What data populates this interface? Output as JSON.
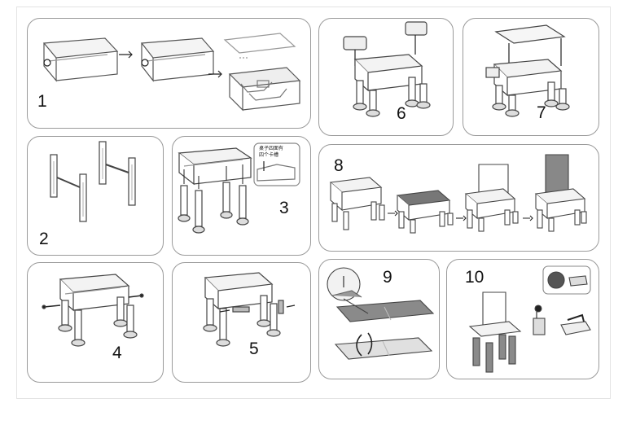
{
  "steps": [
    {
      "number": "1"
    },
    {
      "number": "2"
    },
    {
      "number": "3"
    },
    {
      "number": "4"
    },
    {
      "number": "5"
    },
    {
      "number": "6"
    },
    {
      "number": "7"
    },
    {
      "number": "8"
    },
    {
      "number": "9"
    },
    {
      "number": "10"
    }
  ],
  "step3_note": {
    "line1": "桌子四面有",
    "line2": "四个卡槽"
  },
  "colors": {
    "border": "#9a9a9a",
    "line": "#444444",
    "dark": "#6b6b6b",
    "grey": "#b8b8b8"
  }
}
